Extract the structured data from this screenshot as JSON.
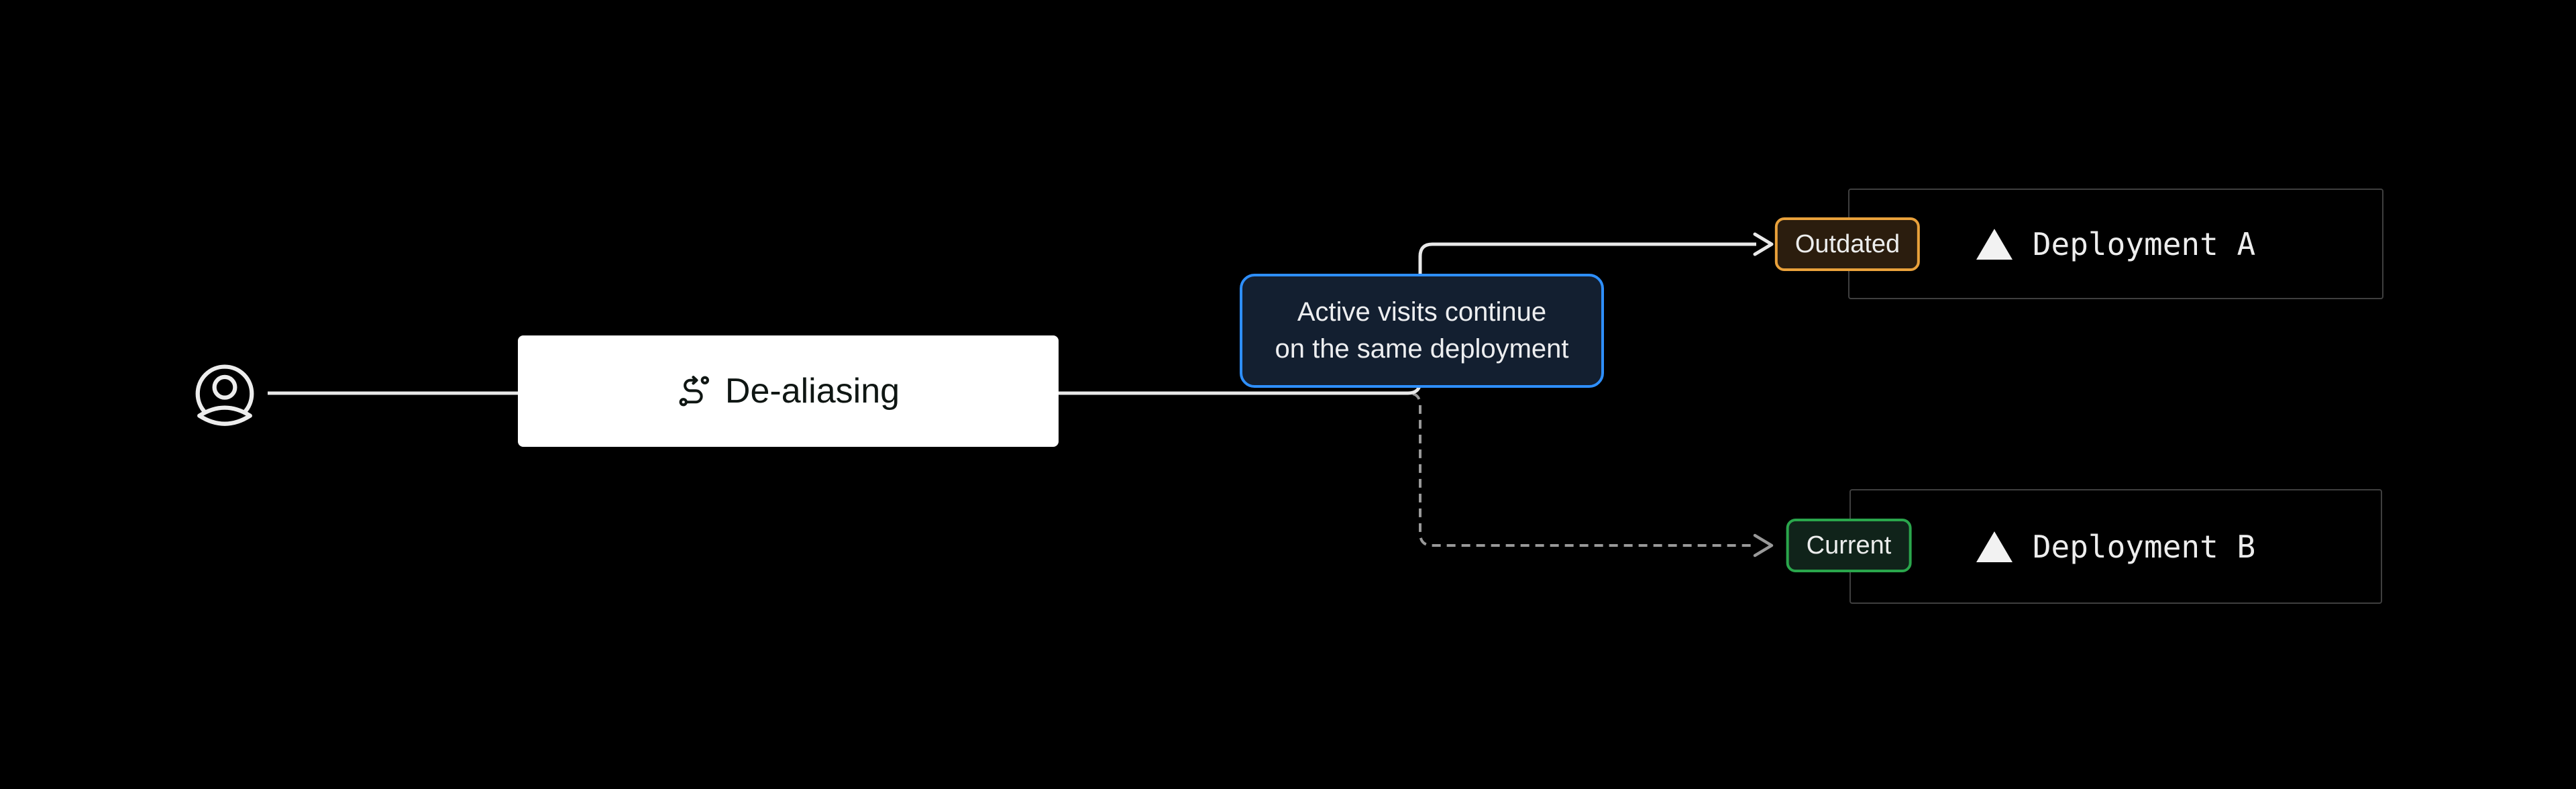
{
  "nodes": {
    "user": {
      "icon": "user-circle-icon"
    },
    "process": {
      "label": "De-aliasing",
      "icon": "route-icon"
    },
    "tooltip": {
      "line1": "Active visits continue",
      "line2": "on the same deployment"
    },
    "deployment_a": {
      "label": "Deployment A",
      "badge": "Outdated",
      "status": "outdated",
      "icon": "vercel-triangle-icon",
      "connector": "solid-arrow"
    },
    "deployment_b": {
      "label": "Deployment B",
      "badge": "Current",
      "status": "current",
      "icon": "vercel-triangle-icon",
      "connector": "dashed-arrow"
    }
  },
  "colors": {
    "background": "#000000",
    "solid_line": "#e9e9e9",
    "dashed_line": "#999999",
    "node_bg": "#ffffff",
    "node_text": "#0f1613",
    "tooltip_border": "#2e8fff",
    "tooltip_bg": "#131f30",
    "tooltip_text": "#edeef0",
    "deployment_border": "#3f3f3f",
    "deployment_text": "#ededed",
    "triangle": "#f2f2f2",
    "outdated_border": "#e9a13b",
    "outdated_bg": "#2b1d0e",
    "current_border": "#2aa64c",
    "current_bg": "#10231a",
    "user_icon": "#ededed",
    "process_icon": "#0f1613"
  }
}
